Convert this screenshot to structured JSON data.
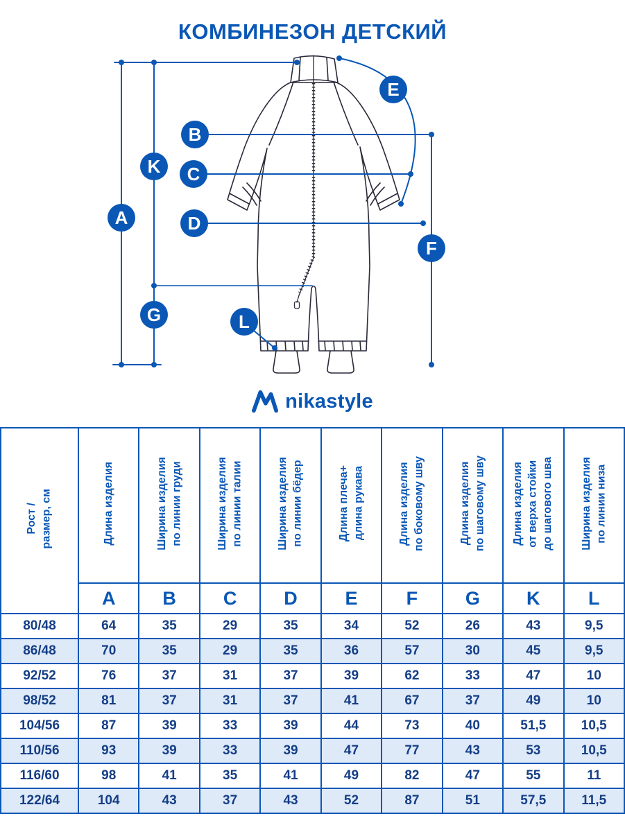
{
  "page": {
    "title": "КОМБИНЕЗОН ДЕТСКИЙ"
  },
  "brand": {
    "name": "nikastyle"
  },
  "colors": {
    "primary": "#0a57b5",
    "row_alt": "#dfeaf8",
    "value_text": "#143e86",
    "garment_outline": "#2a2a3a"
  },
  "diagram": {
    "labels": {
      "A": "A",
      "B": "B",
      "C": "C",
      "D": "D",
      "E": "E",
      "F": "F",
      "G": "G",
      "K": "K",
      "L": "L"
    }
  },
  "table": {
    "row_header": "Рост /\nразмер, см",
    "columns": [
      {
        "letter": "A",
        "name": "Длина изделия"
      },
      {
        "letter": "B",
        "name": "Ширина изделия\nпо линии груди"
      },
      {
        "letter": "C",
        "name": "Ширина изделия\nпо линии талии"
      },
      {
        "letter": "D",
        "name": "Ширина изделия\nпо линии бёдер"
      },
      {
        "letter": "E",
        "name": "Длина плеча+\nдлина рукава"
      },
      {
        "letter": "F",
        "name": "Длина изделия\nпо боковому шву"
      },
      {
        "letter": "G",
        "name": "Длина изделия\nпо шаговому шву"
      },
      {
        "letter": "K",
        "name": "Длина изделия\nот верха стойки\nдо шагового шва"
      },
      {
        "letter": "L",
        "name": "Ширина изделия\nпо линии низа"
      }
    ],
    "rows": [
      {
        "size": "80/48",
        "values": [
          "64",
          "35",
          "29",
          "35",
          "34",
          "52",
          "26",
          "43",
          "9,5"
        ]
      },
      {
        "size": "86/48",
        "values": [
          "70",
          "35",
          "29",
          "35",
          "36",
          "57",
          "30",
          "45",
          "9,5"
        ]
      },
      {
        "size": "92/52",
        "values": [
          "76",
          "37",
          "31",
          "37",
          "39",
          "62",
          "33",
          "47",
          "10"
        ]
      },
      {
        "size": "98/52",
        "values": [
          "81",
          "37",
          "31",
          "37",
          "41",
          "67",
          "37",
          "49",
          "10"
        ]
      },
      {
        "size": "104/56",
        "values": [
          "87",
          "39",
          "33",
          "39",
          "44",
          "73",
          "40",
          "51,5",
          "10,5"
        ]
      },
      {
        "size": "110/56",
        "values": [
          "93",
          "39",
          "33",
          "39",
          "47",
          "77",
          "43",
          "53",
          "10,5"
        ]
      },
      {
        "size": "116/60",
        "values": [
          "98",
          "41",
          "35",
          "41",
          "49",
          "82",
          "47",
          "55",
          "11"
        ]
      },
      {
        "size": "122/64",
        "values": [
          "104",
          "43",
          "37",
          "43",
          "52",
          "87",
          "51",
          "57,5",
          "11,5"
        ]
      }
    ]
  }
}
